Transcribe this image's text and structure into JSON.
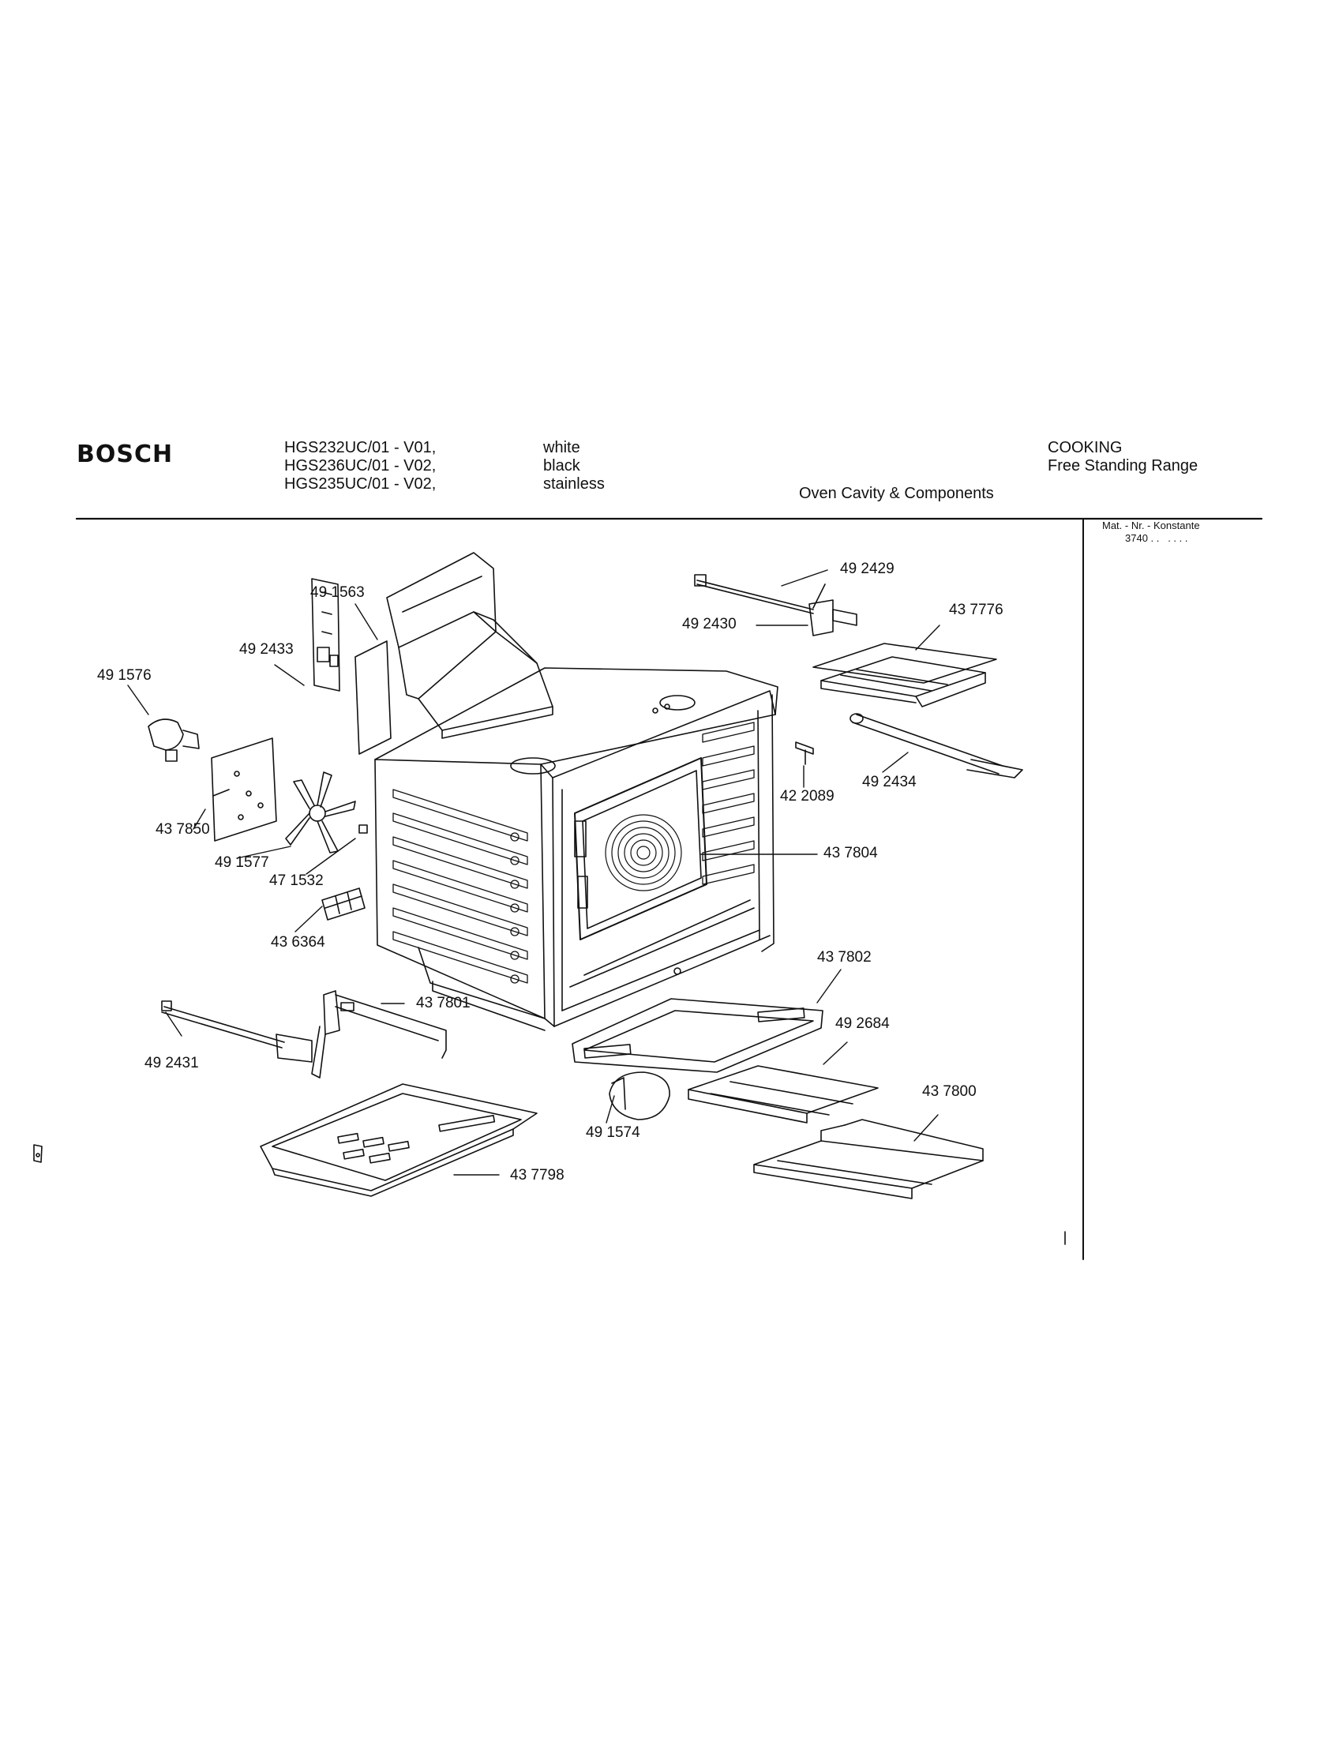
{
  "header": {
    "brand": "BOSCH",
    "models": [
      "HGS232UC/01 - V01,",
      "HGS236UC/01 - V02,",
      "HGS235UC/01 - V02,"
    ],
    "colors": [
      "white",
      "black",
      "stainless"
    ],
    "category": "COOKING",
    "product_type": "Free Standing Range",
    "section_title": "Oven Cavity & Components"
  },
  "side_panel": {
    "label": "Mat. - Nr. - Konstante",
    "value": "3740 . .   . . . ."
  },
  "parts": [
    "49 2429",
    "43 7776",
    "49 2430",
    "49 1563",
    "49 2433",
    "49 1576",
    "42 2089",
    "49 2434",
    "43 7850",
    "43 7804",
    "49 1577",
    "47 1532",
    "43 6364",
    "43 7802",
    "43 7801",
    "49 2684",
    "49 2431",
    "43 7800",
    "49 1574",
    "43 7798"
  ]
}
